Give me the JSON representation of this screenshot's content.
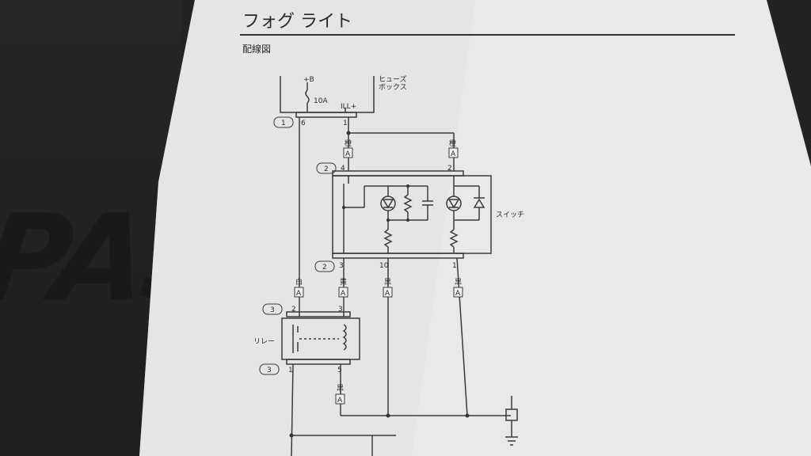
{
  "page": {
    "title": "フォグ ライト",
    "subtitle": "配線図",
    "cover_print": "PAST"
  },
  "fuse_box": {
    "label_line1": "ヒューズ",
    "label_line2": "ボックス",
    "supply": "+B",
    "fuse_rating": "10A",
    "ill_terminal": "ILL+"
  },
  "connectors": {
    "c1": "1",
    "c2_top": "2",
    "c2_bottom": "2",
    "c3_top": "3",
    "c3_bottom": "3"
  },
  "pins": {
    "fuse_box_6": "6",
    "fuse_box_1": "1",
    "switch_4": "4",
    "switch_2": "2",
    "switch_3": "3",
    "switch_10": "10",
    "switch_1": "1",
    "relay_2": "2",
    "relay_3": "3",
    "relay_1": "1",
    "relay_5": "5"
  },
  "wires": {
    "orange_left": "橙",
    "orange_right": "橙",
    "white": "白",
    "yellow": "黄",
    "black_mid": "黒",
    "black_right": "黒",
    "black_relay": "黒",
    "code": "A"
  },
  "components": {
    "switch": "スイッチ",
    "relay": "リレー"
  }
}
